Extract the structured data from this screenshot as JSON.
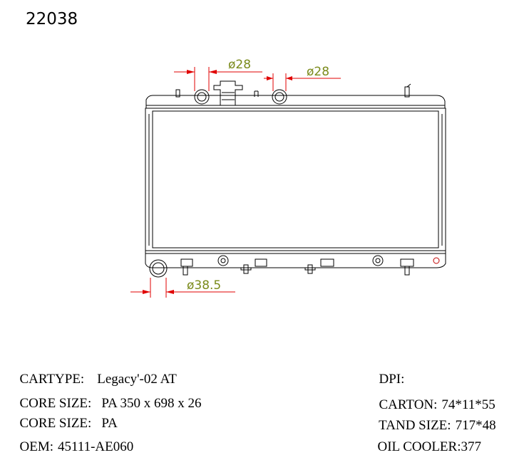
{
  "part_number": "22038",
  "dimensions": {
    "inlet_1": "ø28",
    "inlet_2": "ø28",
    "outlet": "ø38.5"
  },
  "specs_left": [
    {
      "label": "CARTYPE:",
      "value": "Legacy'-02 AT"
    },
    {
      "label": "CORE SIZE:",
      "value": "PA 350 x 698 x 26"
    },
    {
      "label": "CORE SIZE:",
      "value": "PA"
    },
    {
      "label": "OEM:",
      "value": "45111-AE060"
    }
  ],
  "specs_right": [
    {
      "label": "DPI:",
      "value": ""
    },
    {
      "label": "CARTON:",
      "value": "74*11*55"
    },
    {
      "label": "TAND SIZE:",
      "value": "717*48"
    },
    {
      "label": "OIL COOLER:",
      "value": "377"
    }
  ],
  "colors": {
    "dimension_line": "#e00000",
    "dimension_text": "#7a8a1a",
    "outline": "#000000"
  }
}
